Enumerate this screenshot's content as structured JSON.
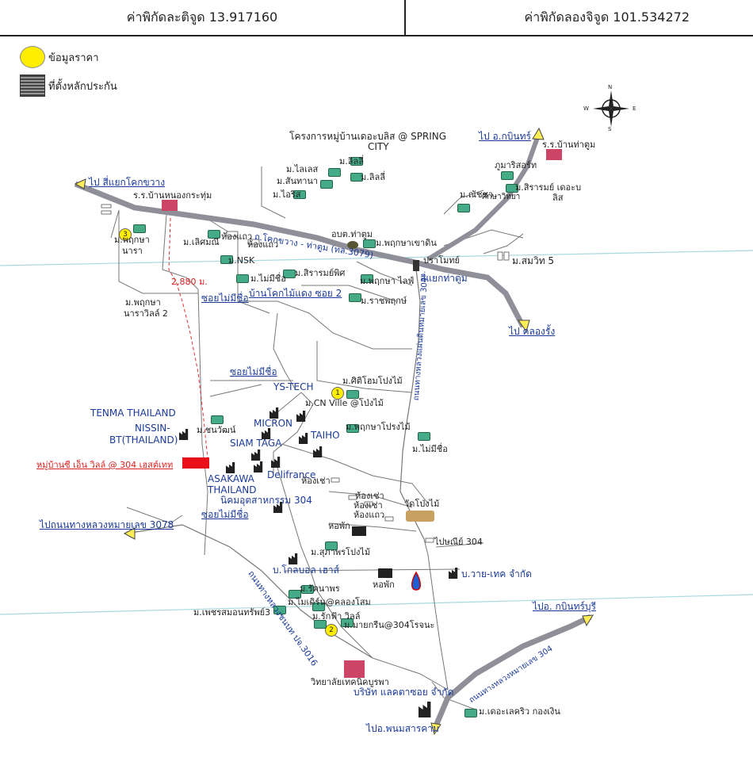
{
  "header": {
    "lat_label": "ค่าพิกัดละติจูด 13.917160",
    "lon_label": "ค่าพิกัดลองจิจูด 101.534272"
  },
  "legend": {
    "price_info": "ข้อมูลราคา",
    "collateral_location": "ที่ตั้งหลักประกัน"
  },
  "compass": {
    "n": "N",
    "s": "S",
    "e": "E",
    "w": "W"
  },
  "distance": "2,880 ม.",
  "points": {
    "p1": "1",
    "p2": "2",
    "p3": "3"
  },
  "labels": {
    "spring_city": "โครงการหมู่บ้านเดอะบลิส @ SPRING",
    "spring_city2": "CITY",
    "to_kabinburi_top": "ไป อ.กบินทร์",
    "ban_tha_tum": "ร.ร.บ้านท่าตูม",
    "phu_ari": "ภูมาริสอร์ท",
    "sirarom_bliss": "ม.สิรารมย์ เดอะบ",
    "sirarom_bliss2": "ลิส",
    "sirinthra": "ศึกษาวิทยา",
    "natcha": "ม.ณัชชา",
    "to_yaek_khok": "ไป สี่แยกโคกขวาง",
    "ban_nong_krathum": "ร.ร.บ้านหนองกระทุ่ม",
    "pruksa_nara": "ม.พฤกษา",
    "pruksa_nara2": "นารา",
    "lerlee1": "ม.ลิลลี่",
    "lerlee2": "ม.ลิลลี่",
    "tai_sed": "ม.ไลเลส",
    "san_tiwa": "ม.สันทานา",
    "iris": "ม.ไอริส",
    "lerlomnoi": "ม.เลิศมณี",
    "hong_kaeo1": "ห้องแถว",
    "hong_kaeo2": "ห้องแถว",
    "road_3079": "ถ.โคกขวาง - ท่าตูม (ทล.3079)",
    "abt_tha_tum": "อบต.ท่าตูม",
    "pruksa_khao": "ม.พฤกษาเขาดิน",
    "pramook": "ปราโมทย์",
    "somwit": "ม.สมวิท 5",
    "nsk": "ม.NSK",
    "mai_mi_chue1": "ม.ไม่มีชื่อ",
    "sirarom_pho": "ม.สิรารมย์พิศ",
    "pruksa_life": "ม.พฤกษา ไลฟ์",
    "yaek_tha_tum": "สี่แยกท่าตูม",
    "ban_khok_mai": "บ้านโคกไม้แดง ซอย 2",
    "soi_mai_mi_chue1": "ซอยไม่มีชื่อ",
    "ratcha_pruek": "ม.ราชพฤกษ์",
    "pruksa_nara_ville": "ม.พฤกษา",
    "pruksa_nara_ville2": "นาราวิลล์ 2",
    "to_khlong": "ไป คลองรั้ง",
    "road_304_vert": "ถนนทางหลวงแผ่นดินหมายเลข 304",
    "soi_mai_mi_chue2": "ซอยไม่มีชื่อ",
    "ys_tech": "YS-TECH",
    "siti_home": "ม.ศิติโฮมโปงไม้",
    "tenma": "TENMA THAILAND",
    "cn_ville": "ม.CN Ville @โป่งไม้",
    "micron": "MICRON",
    "nissin": "NISSIN-",
    "nissin2": "BT(THAILAND)",
    "chonawan": "ม.ชนวัฒน์",
    "taiho": "TAIHO",
    "pruksa_pong": "ม.พฤกษาโปรงไม้",
    "siam_taga": "SIAM TAGA",
    "mai_mi_chue2": "ม.ไม่มีชื่อ",
    "subject_village": "หมู่บ้านซี เอ็น วิลล์ @ 304 เฮสต์เทท",
    "delfrance": "Delifrance",
    "hong_chao1": "ห้องเช่า",
    "asakawa": "ASAKAWA",
    "asakawa2": "THAILAND",
    "nikom": "นิคมอุตสาหกรรม 304",
    "hong_chao2": "ห้องเช่า",
    "hong_chao3": "ห้องเช่า",
    "hong_kaeo3": "ห้องแถว",
    "wat_pong": "วัดโป่งไม้",
    "soi_mai_mi_chue3": "ซอยไม่มีชื่อ",
    "to_3078": "ไปถนนทางหลวงหมายเลข 3078",
    "hopak1": "หอพัก",
    "post_304": "ไปษณีย์ 304",
    "sakawa_pong": "ม.สุภาพรโปงไม้",
    "global_house": "บ.โกลบอล เฮาส์",
    "hopak2": "หอพัก",
    "vai_tech": "บ.วาย-เทค จำกัด",
    "road_3016": "ถนนทางหลวงชนบท ปจ.3016",
    "rattanaphon": "ม.รัตนาพร",
    "green_land": "ม.ไมเดิร์น@คลองโสม",
    "to_kabinburi_bot": "ไปอ. กบินทร์บุรี",
    "phetsamorn": "ม.เพชรสมอนทรัพย์3",
    "rakfa": "ม.รักฟ้า วิลล์",
    "mayrin": "ม.มายกรีน@304โรจนะ",
    "road_304_bot": "ถนนทางหลวงหมายเลข 304",
    "college": "วิทยาลัยเทคนิคบูรพา",
    "letter_co": "บริษัท แลคตาซอย จำกัด",
    "to_phanom": "ไปอ.พนมสารคาม",
    "the_lacri": "ม.เดอะเลคริว กองเงิน"
  }
}
